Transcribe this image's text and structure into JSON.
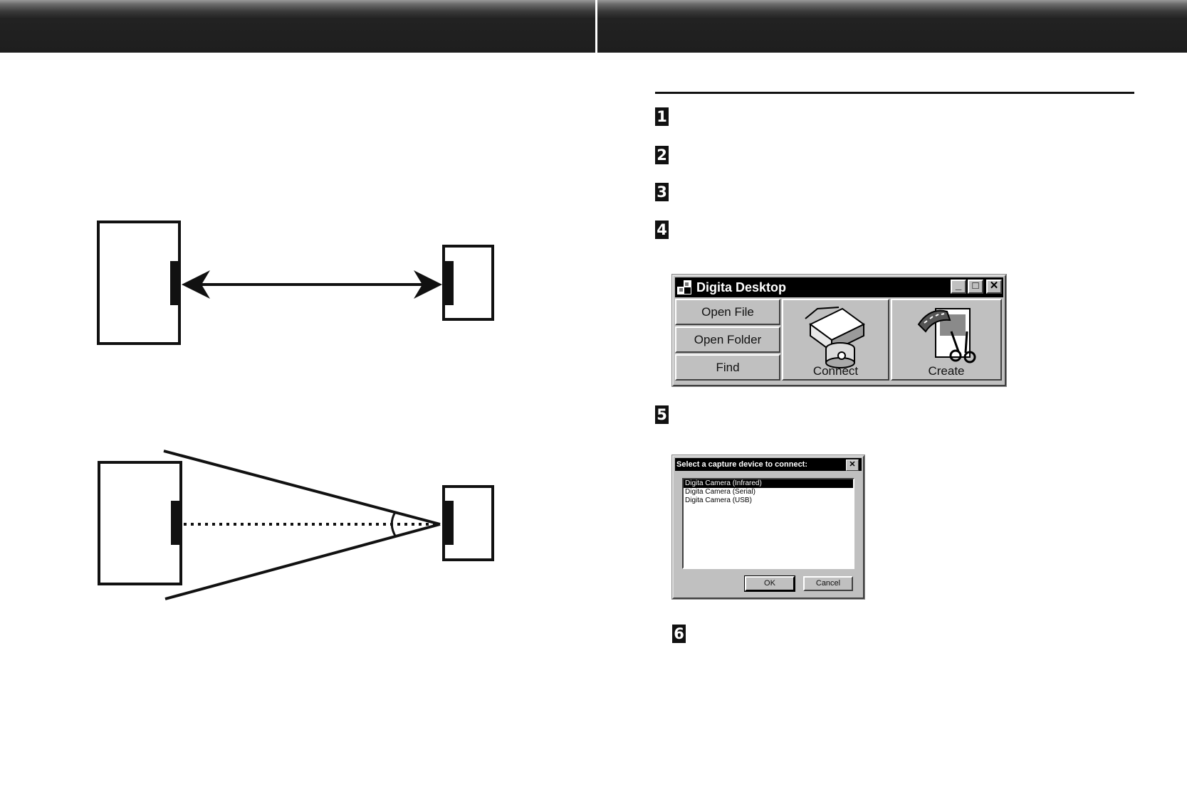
{
  "steps": [
    "1",
    "2",
    "3",
    "4",
    "5",
    "6"
  ],
  "digita_window": {
    "title": "Digita Desktop",
    "buttons": {
      "open_file": "Open File",
      "open_folder": "Open Folder",
      "find": "Find",
      "connect": "Connect",
      "create": "Create"
    },
    "icons": [
      "window-menu-icon",
      "minimize-icon",
      "maximize-icon",
      "close-icon",
      "scanner-camera-icon",
      "film-scissors-icon"
    ]
  },
  "capture_dialog": {
    "title": "Select a capture device to connect:",
    "devices": [
      {
        "label": "Digita Camera (Infrared)",
        "selected": true
      },
      {
        "label": "Digita Camera (Serial)",
        "selected": false
      },
      {
        "label": "Digita Camera (USB)",
        "selected": false
      }
    ],
    "ok_label": "OK",
    "cancel_label": "Cancel"
  },
  "colors": {
    "header_dark": "#1e1e1e",
    "window_gray": "#c0c0c0",
    "ink": "#111111"
  }
}
